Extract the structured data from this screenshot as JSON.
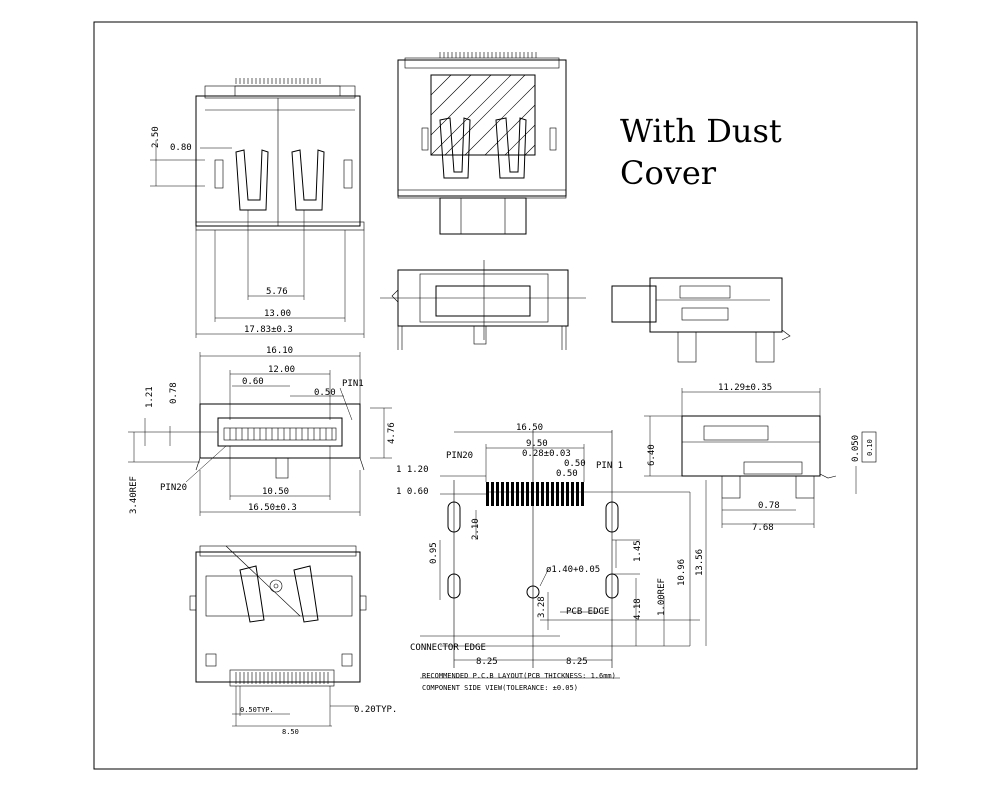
{
  "title": {
    "line1": "With Dust",
    "line2": "Cover"
  },
  "front_view": {
    "d_2_50": "2.50",
    "d_0_80": "0.80",
    "d_5_76": "5.76",
    "d_13_00": "13.00",
    "d_17_83": "17.83±0.3"
  },
  "pin_view": {
    "d_16_10": "16.10",
    "d_12_00": "12.00",
    "d_0_60": "0.60",
    "d_0_50": "0.50",
    "d_1_21": "1.21",
    "d_0_78": "0.78",
    "d_4_76": "4.76",
    "d_3_40": "3.40REF",
    "d_10_50": "10.50",
    "d_16_50": "16.50±0.3",
    "pin1": "PIN1",
    "pin20": "PIN20"
  },
  "pcb_layout": {
    "d_16_50": "16.50",
    "d_9_50": "9.50",
    "d_0_28": "0.28±0.03",
    "d_0_50a": "0.50",
    "d_0_50b": "0.50",
    "d_1_20": "1 1.20",
    "d_0_60": "1 0.60",
    "pin20": "PIN20",
    "pin1": "PIN 1",
    "d_2_10": "2.10",
    "d_0_95": "0.95",
    "d_1_45": "1.45",
    "d_10_96": "10.96",
    "d_13_56": "13.56",
    "d_phi": "ø1.40+0.05",
    "d_3_28": "3.28",
    "d_4_18": "4.18",
    "d_1_00": "1.00REF",
    "pcb_edge": "PCB EDGE",
    "connector_edge": "CONNECTOR EDGE",
    "d_8_25a": "8.25",
    "d_8_25b": "8.25",
    "note1": "RECOMMENDED P.C.B LAYOUT(PCB THICKNESS: 1.6mm)",
    "note2": "COMPONENT SIDE VIEW(TOLERANCE: ±0.05)"
  },
  "side_view": {
    "d_11_29": "11.29±0.35",
    "d_6_40": "6.40",
    "d_0_050": "0.050",
    "d_0_78": "0.78",
    "d_7_68": "7.68",
    "flat_tol": "0.10"
  },
  "bottom_view": {
    "d_0_50": "0.50TYP.",
    "d_0_20": "0.20TYP.",
    "d_8_50": "8.50"
  }
}
